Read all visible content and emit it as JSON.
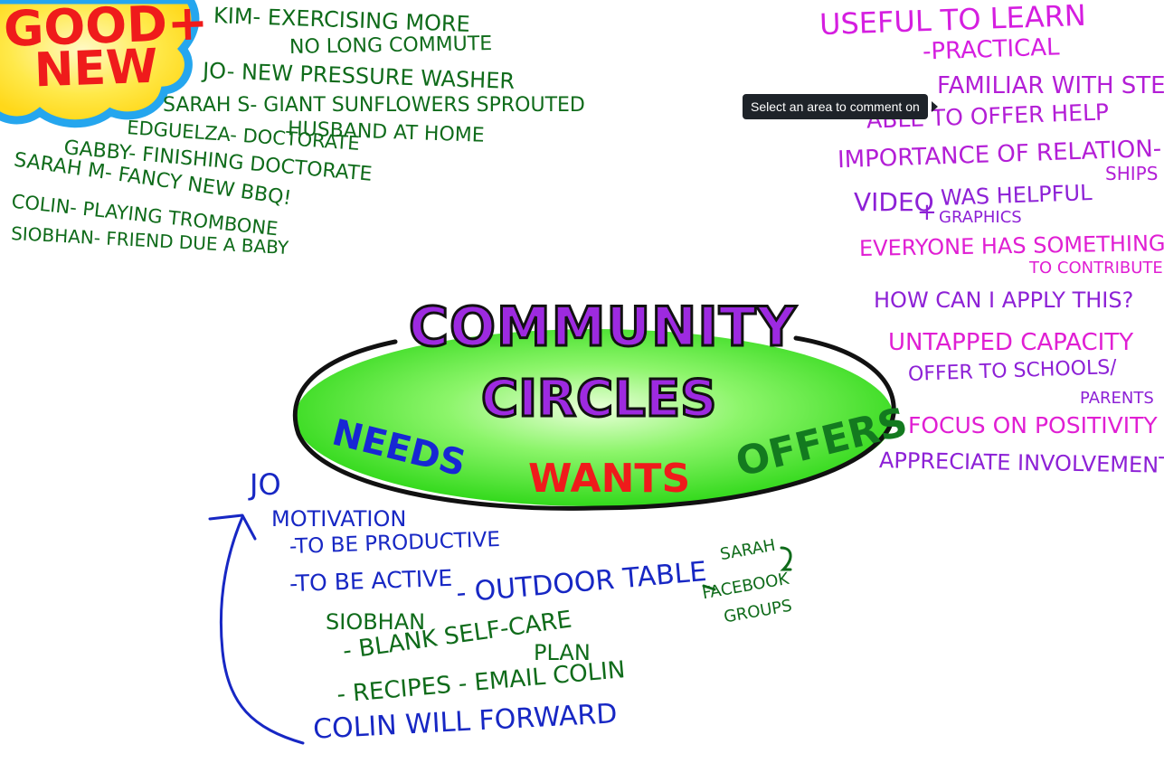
{
  "tooltip": {
    "text": "Select an area to comment on"
  },
  "good_new": {
    "title_line1": "GOOD+",
    "title_line2": "NEW",
    "items": [
      "KIM- EXERCISING MORE",
      "NO LONG COMMUTE",
      "JO- NEW PRESSURE WASHER",
      "SARAH S- GIANT SUNFLOWERS SPROUTED",
      "HUSBAND AT HOME",
      "EDGUELZA- DOCTORATE",
      "GABBY- FINISHING DOCTORATE",
      "SARAH M- FANCY NEW BBQ!",
      "COLIN- PLAYING TROMBONE",
      "SIOBHAN- FRIEND DUE A BABY"
    ]
  },
  "center": {
    "title_line1": "COMMUNITY",
    "title_line2": "CIRCLES",
    "needs": "NEEDS",
    "wants": "WANTS",
    "offers": "OFFERS"
  },
  "learnings": {
    "items": [
      "USEFUL TO LEARN",
      "-PRACTICAL",
      "FAMILIAR WITH STEPS",
      "ABLE TO OFFER HELP",
      "IMPORTANCE OF RELATION-",
      "SHIPS",
      "VIDEO",
      "+",
      "WAS HELPFUL",
      "GRAPHICS",
      "EVERYONE HAS SOMETHING",
      "TO CONTRIBUTE",
      "HOW CAN I APPLY THIS?",
      "UNTAPPED CAPACITY",
      "OFFER TO SCHOOLS/",
      "PARENTS",
      "FOCUS ON POSITIVITY",
      "APPRECIATE INVOLVEMENT"
    ]
  },
  "needs_notes": {
    "items": [
      "JO",
      "MOTIVATION",
      "-TO BE PRODUCTIVE",
      "-TO BE ACTIVE",
      "SIOBHAN",
      "- OUTDOOR TABLE",
      "- BLANK SELF-CARE",
      "PLAN",
      "- RECIPES - EMAIL COLIN",
      "COLIN WILL FORWARD",
      "SARAH",
      "FACEBOOK",
      "GROUPS"
    ]
  }
}
